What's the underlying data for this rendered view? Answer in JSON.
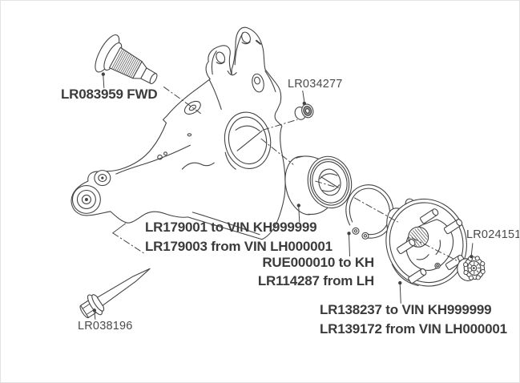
{
  "diagram": {
    "type": "exploded-parts-diagram",
    "subject": "rear-knuckle-wheel-bearing-and-hub",
    "background": "#ffffff",
    "line_color": "#434343",
    "bold_label_color": "#3b3b3b",
    "regular_label_color": "#4a4a4a",
    "labels": [
      {
        "part": "drive-shaft-stub",
        "text": "LR083959 FWD"
      },
      {
        "part": "stub-nut",
        "text": "LR034277"
      },
      {
        "part": "wheel-bearing",
        "text": "LR179001 to VIN KH999999"
      },
      {
        "part": "wheel-bearing",
        "text": "LR179003 from VIN LH000001"
      },
      {
        "part": "snap-ring",
        "text": "RUE000010 to KH"
      },
      {
        "part": "snap-ring",
        "text": "LR114287 from LH"
      },
      {
        "part": "drive-shaft-nut",
        "text": "LR024151"
      },
      {
        "part": "wheel-hub",
        "text": "LR138237 to VIN KH999999"
      },
      {
        "part": "wheel-hub",
        "text": "LR139172 from VIN LH000001"
      },
      {
        "part": "knuckle-bolt",
        "text": "LR038196"
      }
    ]
  }
}
